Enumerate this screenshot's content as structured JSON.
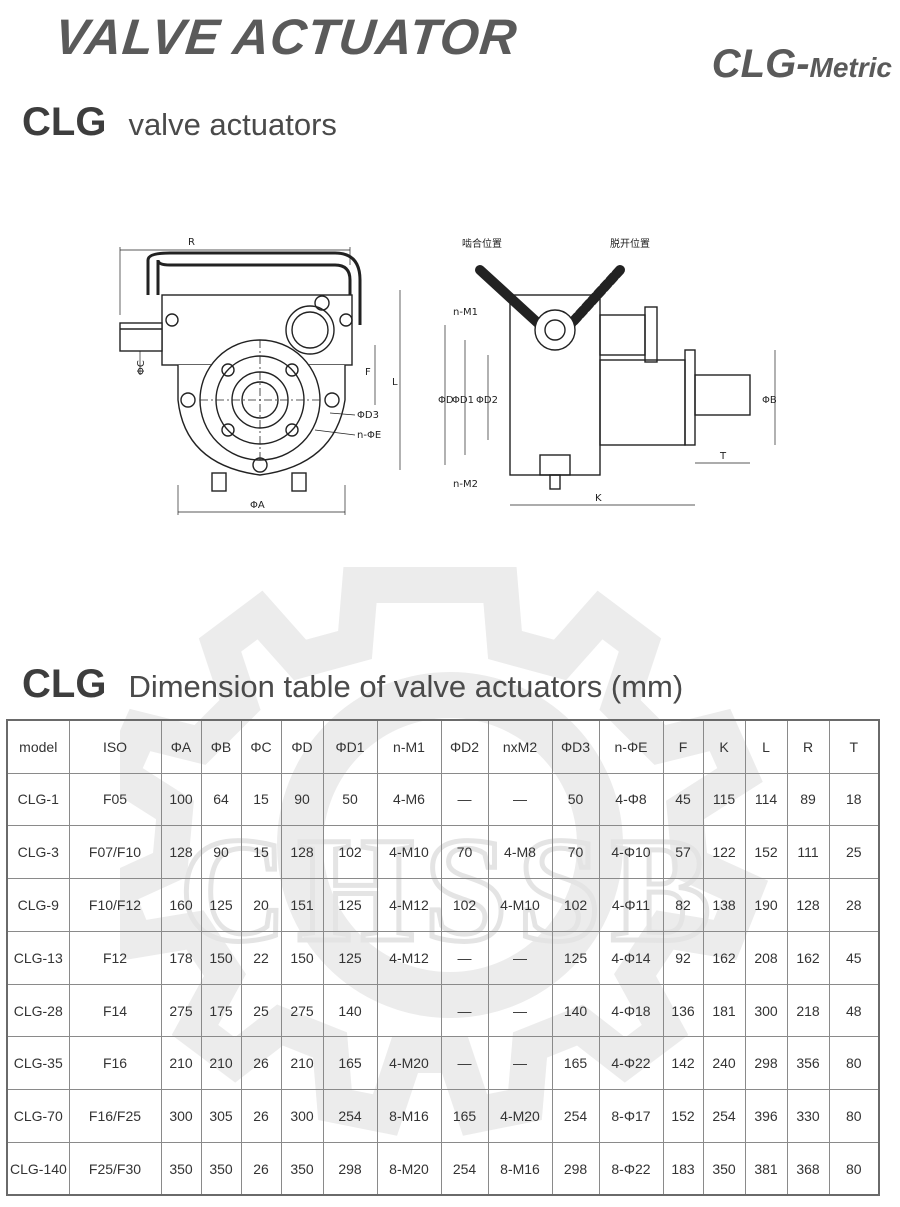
{
  "header": {
    "title": "VALVE ACTUATOR",
    "brand_main": "CLG-",
    "brand_suffix": "Metric"
  },
  "intro": {
    "code": "CLG",
    "description": "valve actuators"
  },
  "drawing": {
    "labels": {
      "R": "R",
      "phiC": "ΦC",
      "F": "F",
      "L": "L",
      "phiD3": "ΦD3",
      "nphiE": "n-ΦE",
      "phiA": "ΦA",
      "nM1": "n-M1",
      "nM2": "n-M2",
      "phiD": "ΦD",
      "phiD1": "ΦD1",
      "phiD2": "ΦD2",
      "phiB": "ΦB",
      "T": "T",
      "K": "K",
      "closed_position": "啮合位置",
      "open_position": "脱开位置"
    }
  },
  "table_section": {
    "code": "CLG",
    "description": "Dimension table of valve actuators (mm)"
  },
  "table": {
    "headers": [
      "model",
      "ISO",
      "ΦA",
      "ΦB",
      "ΦC",
      "ΦD",
      "ΦD1",
      "n-M1",
      "ΦD2",
      "nxM2",
      "ΦD3",
      "n-ΦE",
      "F",
      "K",
      "L",
      "R",
      "T"
    ],
    "rows": [
      [
        "CLG-1",
        "F05",
        "100",
        "64",
        "15",
        "90",
        "50",
        "4-M6",
        "—",
        "—",
        "50",
        "4-Φ8",
        "45",
        "115",
        "114",
        "89",
        "18"
      ],
      [
        "CLG-3",
        "F07/F10",
        "128",
        "90",
        "15",
        "128",
        "102",
        "4-M10",
        "70",
        "4-M8",
        "70",
        "4-Φ10",
        "57",
        "122",
        "152",
        "111",
        "25"
      ],
      [
        "CLG-9",
        "F10/F12",
        "160",
        "125",
        "20",
        "151",
        "125",
        "4-M12",
        "102",
        "4-M10",
        "102",
        "4-Φ11",
        "82",
        "138",
        "190",
        "128",
        "28"
      ],
      [
        "CLG-13",
        "F12",
        "178",
        "150",
        "22",
        "150",
        "125",
        "4-M12",
        "—",
        "—",
        "125",
        "4-Φ14",
        "92",
        "162",
        "208",
        "162",
        "45"
      ],
      [
        "CLG-28",
        "F14",
        "275",
        "175",
        "25",
        "275",
        "140",
        "",
        "—",
        "—",
        "140",
        "4-Φ18",
        "136",
        "181",
        "300",
        "218",
        "48"
      ],
      [
        "CLG-35",
        "F16",
        "210",
        "210",
        "26",
        "210",
        "165",
        "4-M20",
        "—",
        "—",
        "165",
        "4-Φ22",
        "142",
        "240",
        "298",
        "356",
        "80"
      ],
      [
        "CLG-70",
        "F16/F25",
        "300",
        "305",
        "26",
        "300",
        "254",
        "8-M16",
        "165",
        "4-M20",
        "254",
        "8-Φ17",
        "152",
        "254",
        "396",
        "330",
        "80"
      ],
      [
        "CLG-140",
        "F25/F30",
        "350",
        "350",
        "26",
        "350",
        "298",
        "8-M20",
        "254",
        "8-M16",
        "298",
        "8-Φ22",
        "183",
        "350",
        "381",
        "368",
        "80"
      ]
    ]
  },
  "watermark": {
    "text": "CHSSB"
  }
}
